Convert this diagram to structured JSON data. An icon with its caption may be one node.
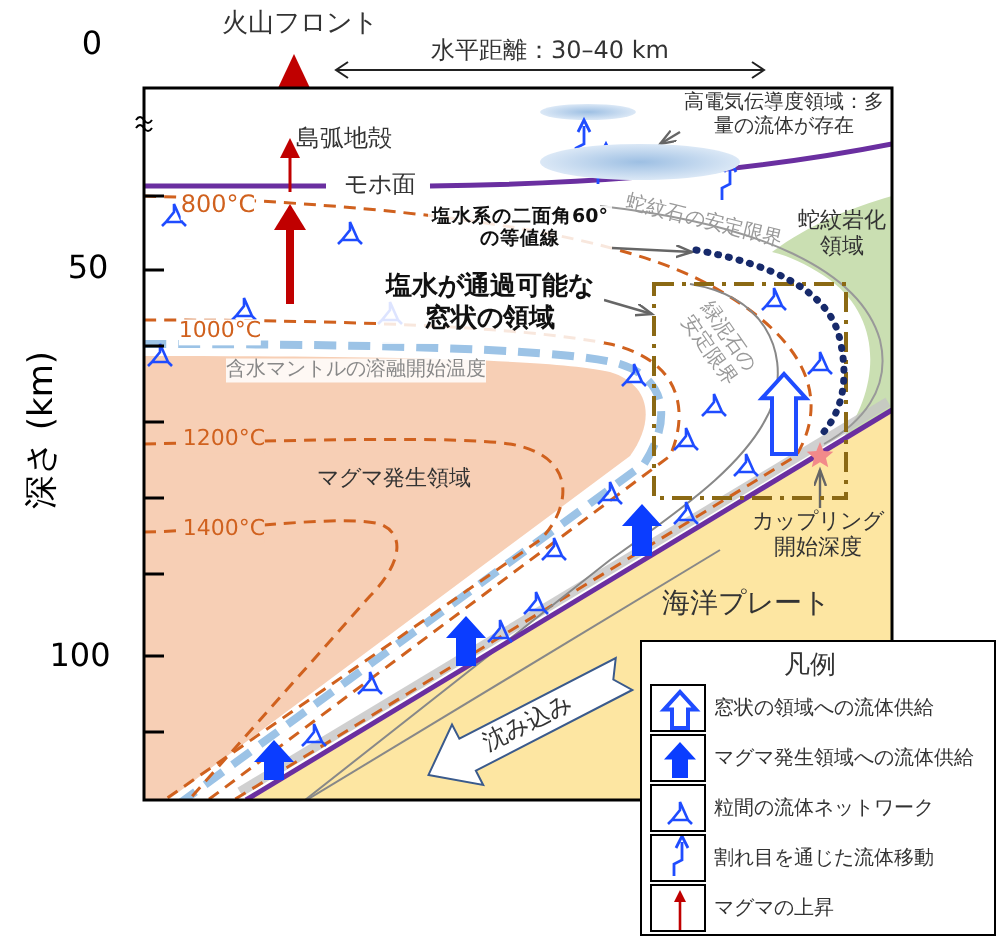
{
  "diagram": {
    "nodes": [
      {
        "text": [
          "高電気伝導度領域：多量の流体が存在"
        ]
      },
      {
        "text": [],
        "shape": "ellipse"
      },
      {
        "text": [
          "塩水系の二面角60°の等値線"
        ]
      },
      {
        "text": [],
        "shape": "line"
      },
      {
        "text": [
          "塩水が通過可能な窓状の領域"
        ]
      },
      {
        "text": [],
        "shape": "box"
      },
      {
        "text": [
          "カップリング開始深度"
        ]
      },
      {
        "text": [],
        "shape": "star",
        "in": 5
      }
    ],
    "edges": [
      {
        "from": 0,
        "to": 1,
        "arrow": "to"
      },
      {
        "from": 2,
        "to": 3,
        "arrow": "to"
      },
      {
        "from": 4,
        "to": 5,
        "arrow": "to"
      },
      {
        "from": 6,
        "to": 7,
        "arrow": "to"
      }
    ],
    "labels": [
      "火山フロント",
      "水平距離：30–40 km",
      "0",
      "50",
      "100",
      "深さ (km)",
      "島弧地殻",
      "モホ面",
      "800°C",
      "蛇紋石の安定限界",
      "蛇紋岩化領域",
      "1000°C",
      "緑泥石の安定限界",
      "含水マントルの溶融開始温度",
      "1200°C",
      "マグマ発生領域",
      "1400°C",
      "海洋プレート",
      "沈み込み",
      "凡例"
    ],
    "legend": [
      {
        "text": "窓状の領域への流体供給"
      },
      {
        "text": "マグマ発生領域への流体供給"
      },
      {
        "text": "粒間の流体ネットワーク"
      },
      {
        "text": "割れ目を通じた流体移動"
      },
      {
        "text": "マグマの上昇"
      }
    ]
  }
}
